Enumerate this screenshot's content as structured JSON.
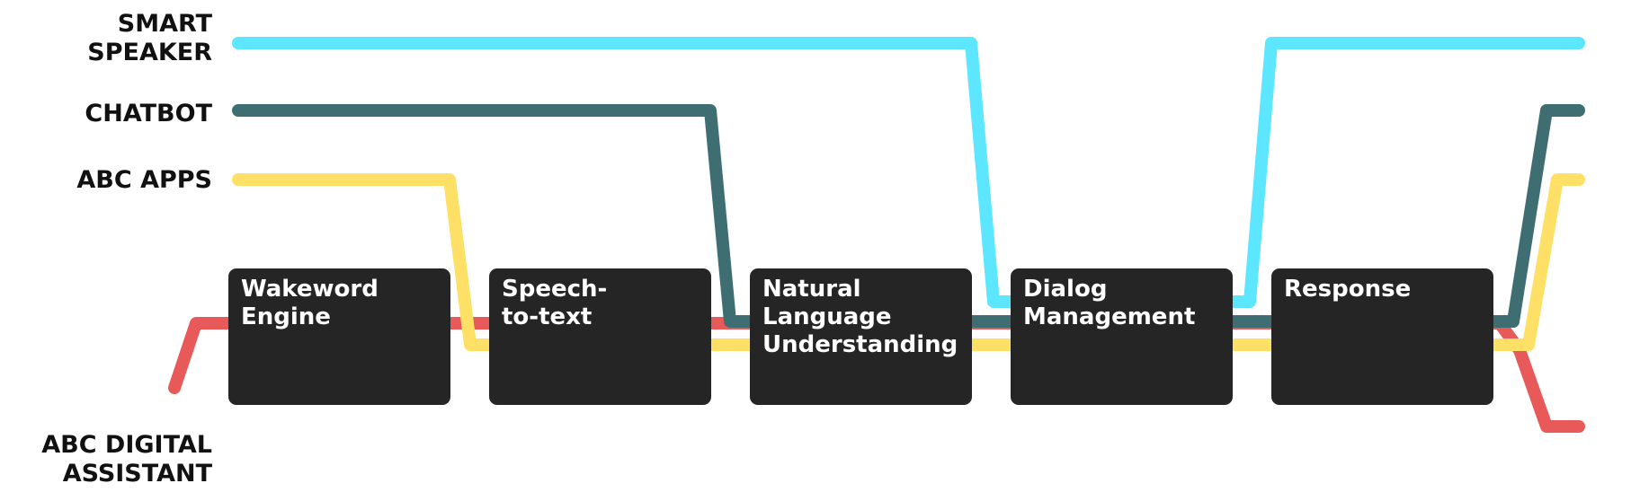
{
  "channels": [
    {
      "id": "smart-speaker",
      "label": "SMART\nSPEAKER",
      "color": "#5CE6FF"
    },
    {
      "id": "chatbot",
      "label": "CHATBOT",
      "color": "#3E6E72"
    },
    {
      "id": "abc-apps",
      "label": "ABC APPS",
      "color": "#FFE066"
    },
    {
      "id": "abc-digital-assistant",
      "label": "ABC DIGITAL\nASSISTANT",
      "color": "#E85A5A"
    }
  ],
  "stages": [
    {
      "id": "wakeword-engine",
      "label": "Wakeword\nEngine"
    },
    {
      "id": "speech-to-text",
      "label": "Speech-\nto-text"
    },
    {
      "id": "nlu",
      "label": "Natural\nLanguage\nUnderstanding"
    },
    {
      "id": "dialog-management",
      "label": "Dialog\nManagement"
    },
    {
      "id": "response",
      "label": "Response"
    }
  ],
  "box_color": "#252525"
}
